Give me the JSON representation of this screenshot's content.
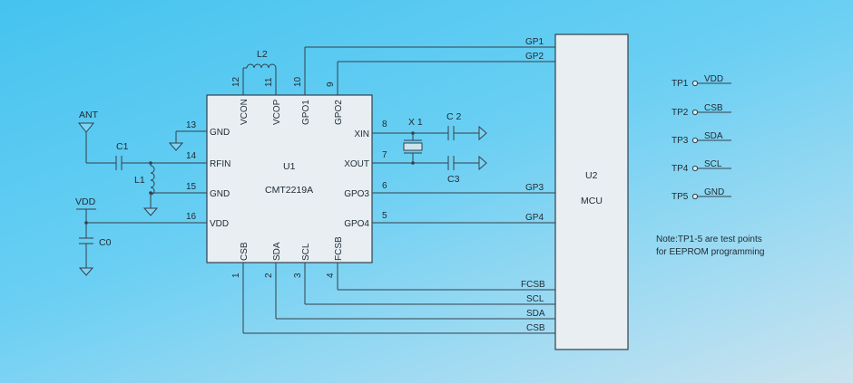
{
  "u1": {
    "ref": "U1",
    "part": "CMT2219A",
    "left_pins": [
      {
        "name": "GND",
        "num": "13"
      },
      {
        "name": "RFIN",
        "num": "14"
      },
      {
        "name": "GND",
        "num": "15"
      },
      {
        "name": "VDD",
        "num": "16"
      }
    ],
    "right_pins": [
      {
        "name": "XIN",
        "num": "8"
      },
      {
        "name": "XOUT",
        "num": "7"
      },
      {
        "name": "GPO3",
        "num": "6"
      },
      {
        "name": "GPO4",
        "num": "5"
      }
    ],
    "top_pins": [
      {
        "name": "VCON",
        "num": "12"
      },
      {
        "name": "VCOP",
        "num": "11"
      },
      {
        "name": "GPO1",
        "num": "10"
      },
      {
        "name": "GPO2",
        "num": "9"
      }
    ],
    "bottom_pins": [
      {
        "name": "CSB",
        "num": "1"
      },
      {
        "name": "SDA",
        "num": "2"
      },
      {
        "name": "SCL",
        "num": "3"
      },
      {
        "name": "FCSB",
        "num": "4"
      }
    ]
  },
  "u2": {
    "ref": "U2",
    "part": "MCU"
  },
  "components": {
    "antenna": "ANT",
    "c1": "C1",
    "l1": "L1",
    "l2": "L2",
    "vdd": "VDD",
    "c0": "C0",
    "x1": "X 1",
    "c2": "C 2",
    "c3": "C3"
  },
  "nets": {
    "gp1": "GP1",
    "gp2": "GP2",
    "gp3": "GP3",
    "gp4": "GP4",
    "fcsb": "FCSB",
    "scl": "SCL",
    "sda": "SDA",
    "csb": "CSB"
  },
  "test_points": [
    {
      "ref": "TP1",
      "net": "VDD"
    },
    {
      "ref": "TP2",
      "net": "CSB"
    },
    {
      "ref": "TP3",
      "net": "SDA"
    },
    {
      "ref": "TP4",
      "net": "SCL"
    },
    {
      "ref": "TP5",
      "net": "GND"
    }
  ],
  "note": {
    "line1": "Note:TP1-5 are test points",
    "line2": "for EEPROM programming"
  }
}
